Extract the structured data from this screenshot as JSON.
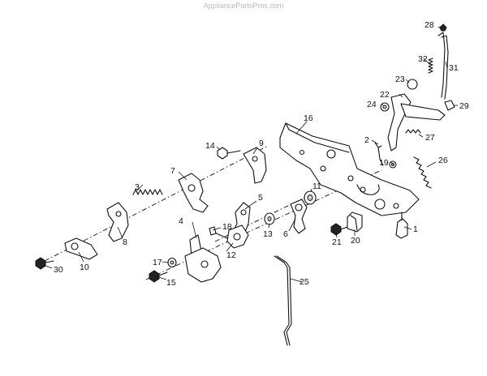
{
  "watermark": "AppliancePartsPros.com",
  "callouts": {
    "p1": "1",
    "p2": "2",
    "p3": "3",
    "p4": "4",
    "p5": "5",
    "p6": "6",
    "p7": "7",
    "p8": "8",
    "p9": "9",
    "p10": "10",
    "p11": "11",
    "p12": "12",
    "p13": "13",
    "p14": "14",
    "p15": "15",
    "p16": "16",
    "p17": "17",
    "p18": "18",
    "p19": "19",
    "p20": "20",
    "p21": "21",
    "p22": "22",
    "p23": "23",
    "p24": "24",
    "p25": "25",
    "p26": "26",
    "p27": "27",
    "p28": "28",
    "p29": "29",
    "p30": "30",
    "p31": "31",
    "p32": "32"
  }
}
